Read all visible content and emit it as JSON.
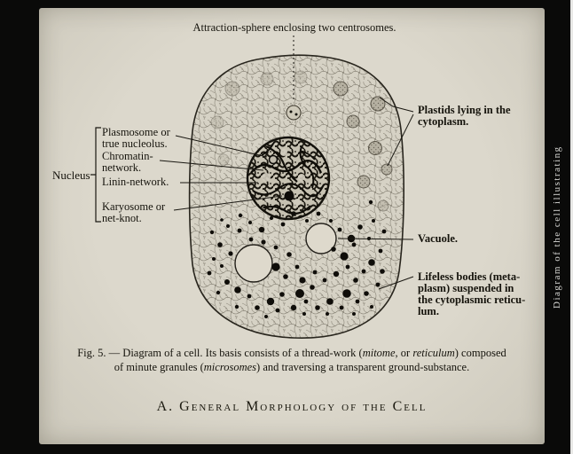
{
  "slide": {
    "top_label": "Attraction-sphere enclosing two centrosomes.",
    "nucleus_group": {
      "bracket_label": "Nucleus",
      "items": [
        {
          "label": "Plasmosome or\ntrue nucleolus."
        },
        {
          "label": "Chromatin-\nnetwork."
        },
        {
          "label": "Linin-network."
        },
        {
          "label": "Karyosome or\nnet-knot."
        }
      ]
    },
    "right_labels": [
      {
        "label": "Plastids lying in the\ncytoplasm."
      },
      {
        "label": "Vacuole."
      },
      {
        "label": "Lifeless bodies (meta-\nplasm) suspended in\nthe cytoplasmic reticu-\nlum."
      }
    ],
    "caption": {
      "fig": "Fig. 5.",
      "p1": " — Diagram of a cell.  Its basis consists of a thread-work (",
      "i1": "mitome",
      "p2": ", or ",
      "i2": "reticulum",
      "p3": ") composed of minute granules (",
      "i3": "microsomes",
      "p4": ") and traversing a transparent ground-substance."
    },
    "section_heading": "A. General Morphology of the Cell"
  },
  "frame": {
    "side_label": "Diagram of the cell illustrating"
  }
}
